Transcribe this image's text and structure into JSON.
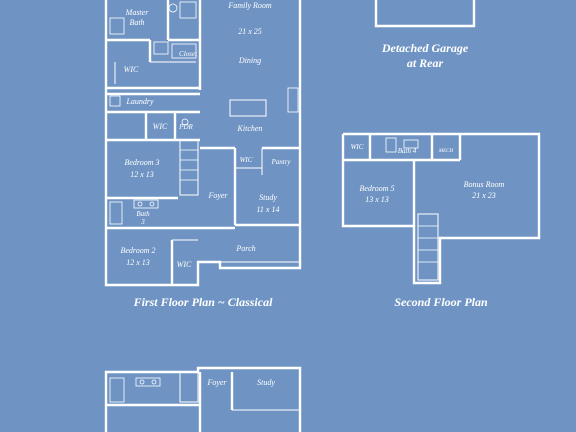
{
  "colors": {
    "background": "#6f94c3",
    "line": "#ffffff"
  },
  "first_floor": {
    "caption": "First Floor Plan ~ Classical",
    "rooms": {
      "master_bath": "Master",
      "master_bath2": "Bath",
      "closet": "Closet",
      "wic_top": "WIC",
      "family_room": "Family Room",
      "family_dim": "21 x 25",
      "dining": "Dining",
      "laundry": "Laundry",
      "wic_mid": "WIC",
      "pdr": "PDR",
      "kitchen": "Kitchen",
      "bedroom3": "Bedroom 3",
      "bedroom3_dim": "12 x 13",
      "wic_pantry": "WIC",
      "pantry": "Pantry",
      "foyer": "Foyer",
      "study": "Study",
      "study_dim": "11 x 14",
      "bath3": "Bath",
      "bath3_num": "3",
      "bedroom2": "Bedroom 2",
      "bedroom2_dim": "12 x 13",
      "wic_bed2": "WIC",
      "porch": "Porch"
    }
  },
  "garage": {
    "caption_line1": "Detached Garage",
    "caption_line2": "at Rear"
  },
  "second_floor": {
    "caption": "Second Floor Plan",
    "rooms": {
      "wic": "WIC",
      "bath4": "Bath 4",
      "mech": "MECH",
      "bedroom5": "Bedroom 5",
      "bedroom5_dim": "13 x 13",
      "bonus": "Bonus Room",
      "bonus_dim": "21 x 23"
    }
  },
  "alt_plan": {
    "rooms": {
      "foyer": "Foyer",
      "study": "Study"
    }
  }
}
